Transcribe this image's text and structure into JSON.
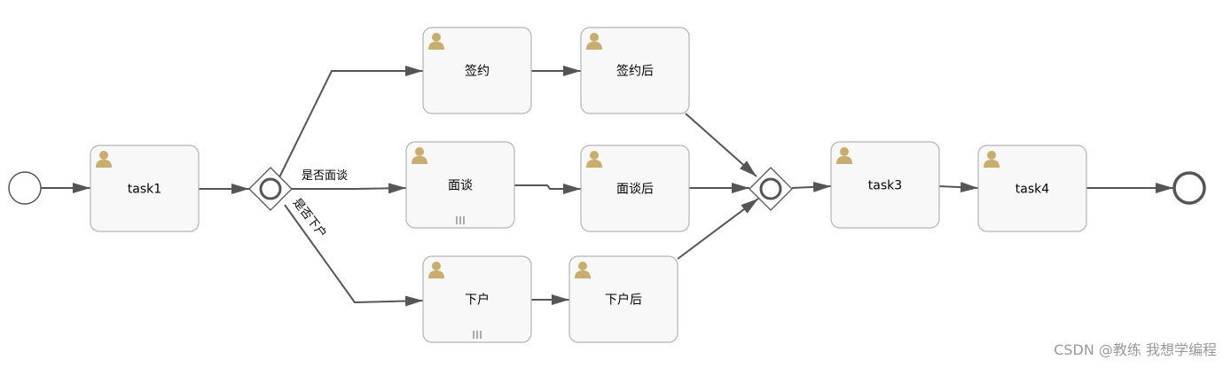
{
  "diagram": {
    "type": "bpmn-process",
    "tasks": [
      {
        "id": "task1",
        "label": "task1",
        "multi_instance": false
      },
      {
        "id": "sign",
        "label": "签约",
        "multi_instance": false
      },
      {
        "id": "sign_after",
        "label": "签约后",
        "multi_instance": false
      },
      {
        "id": "interview",
        "label": "面谈",
        "multi_instance": true
      },
      {
        "id": "interview_after",
        "label": "面谈后",
        "multi_instance": false
      },
      {
        "id": "place",
        "label": "下户",
        "multi_instance": true
      },
      {
        "id": "place_after",
        "label": "下户后",
        "multi_instance": false
      },
      {
        "id": "task3",
        "label": "task3",
        "multi_instance": false
      },
      {
        "id": "task4",
        "label": "task4",
        "multi_instance": false
      }
    ],
    "gateways": [
      {
        "id": "split_gateway",
        "kind": "inclusive"
      },
      {
        "id": "join_gateway",
        "kind": "inclusive"
      }
    ],
    "events": [
      {
        "id": "start",
        "kind": "start"
      },
      {
        "id": "end",
        "kind": "end"
      }
    ],
    "flows": [
      {
        "from": "start",
        "to": "task1",
        "label": ""
      },
      {
        "from": "task1",
        "to": "split_gateway",
        "label": ""
      },
      {
        "from": "split_gateway",
        "to": "sign",
        "label": ""
      },
      {
        "from": "split_gateway",
        "to": "interview",
        "label": "是否面谈"
      },
      {
        "from": "split_gateway",
        "to": "place",
        "label": "是否下户"
      },
      {
        "from": "sign",
        "to": "sign_after",
        "label": ""
      },
      {
        "from": "interview",
        "to": "interview_after",
        "label": ""
      },
      {
        "from": "place",
        "to": "place_after",
        "label": ""
      },
      {
        "from": "sign_after",
        "to": "join_gateway",
        "label": ""
      },
      {
        "from": "interview_after",
        "to": "join_gateway",
        "label": ""
      },
      {
        "from": "place_after",
        "to": "join_gateway",
        "label": ""
      },
      {
        "from": "join_gateway",
        "to": "task3",
        "label": ""
      },
      {
        "from": "task3",
        "to": "task4",
        "label": ""
      },
      {
        "from": "task4",
        "to": "end",
        "label": ""
      }
    ]
  },
  "colors": {
    "task_fill": "#f8f8f8",
    "task_stroke": "#b3b3b3",
    "edge": "#555555",
    "user_icon": "#c9ad6a"
  },
  "icons": {
    "task_icon": "user-icon",
    "multi_instance_icon": "parallel-marker-icon"
  },
  "watermark": "CSDN @教练 我想学编程"
}
